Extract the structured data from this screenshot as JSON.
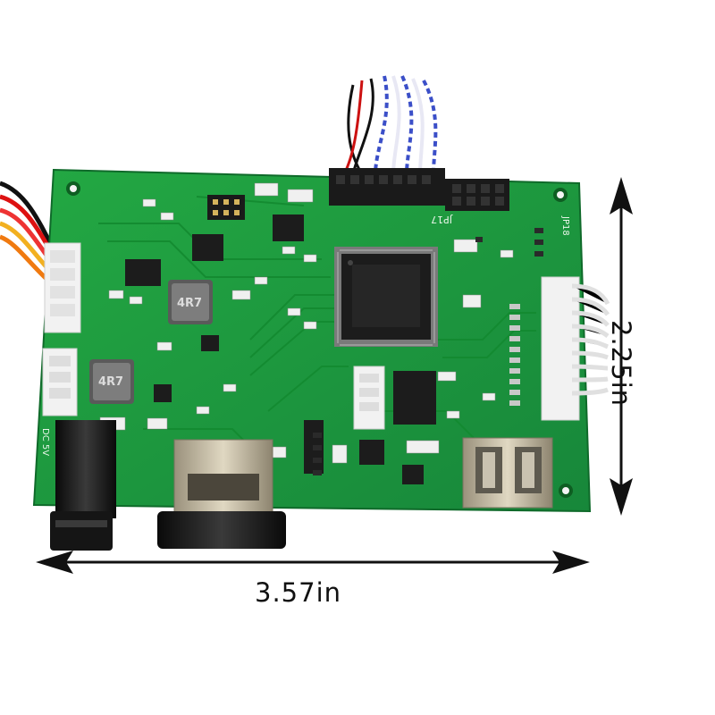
{
  "labels": {
    "width": "3.57in",
    "height": "2.25in",
    "inductor_marking": "4R7",
    "header_marking": "JP17",
    "connector_marking": "JP18",
    "power_marking": "DC 5V"
  },
  "colors": {
    "background": "#ffffff",
    "pcb_green": "#1f9a3a",
    "pcb_trace": "#168a30",
    "chip_black": "#1c1c1c",
    "connector_white": "#f2f2f2",
    "metal": "#c9c2b0",
    "arrow": "#111111"
  },
  "icons": {
    "width_arrow": "double-arrow-horizontal",
    "height_arrow": "double-arrow-vertical"
  }
}
